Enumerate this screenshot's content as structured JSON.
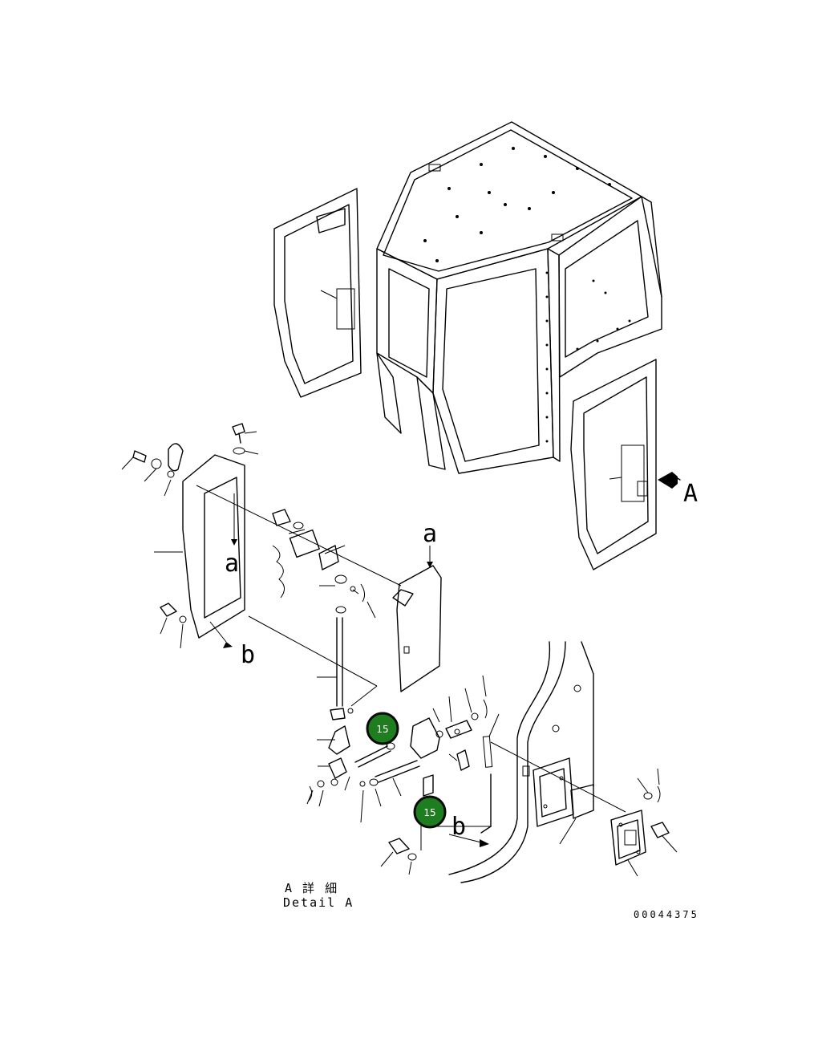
{
  "labels": {
    "view_arrow": "A",
    "ref_a_top": "a",
    "ref_a_panel": "a",
    "ref_b_left": "b",
    "ref_b_right": "b"
  },
  "caption": {
    "jp": "A 詳 細",
    "en": "Detail A"
  },
  "drawing_code": "00044375",
  "callouts": [
    {
      "label": "15"
    },
    {
      "label": "15"
    }
  ],
  "colors": {
    "callout_fill": "#1e7d1e",
    "line": "#000000"
  }
}
